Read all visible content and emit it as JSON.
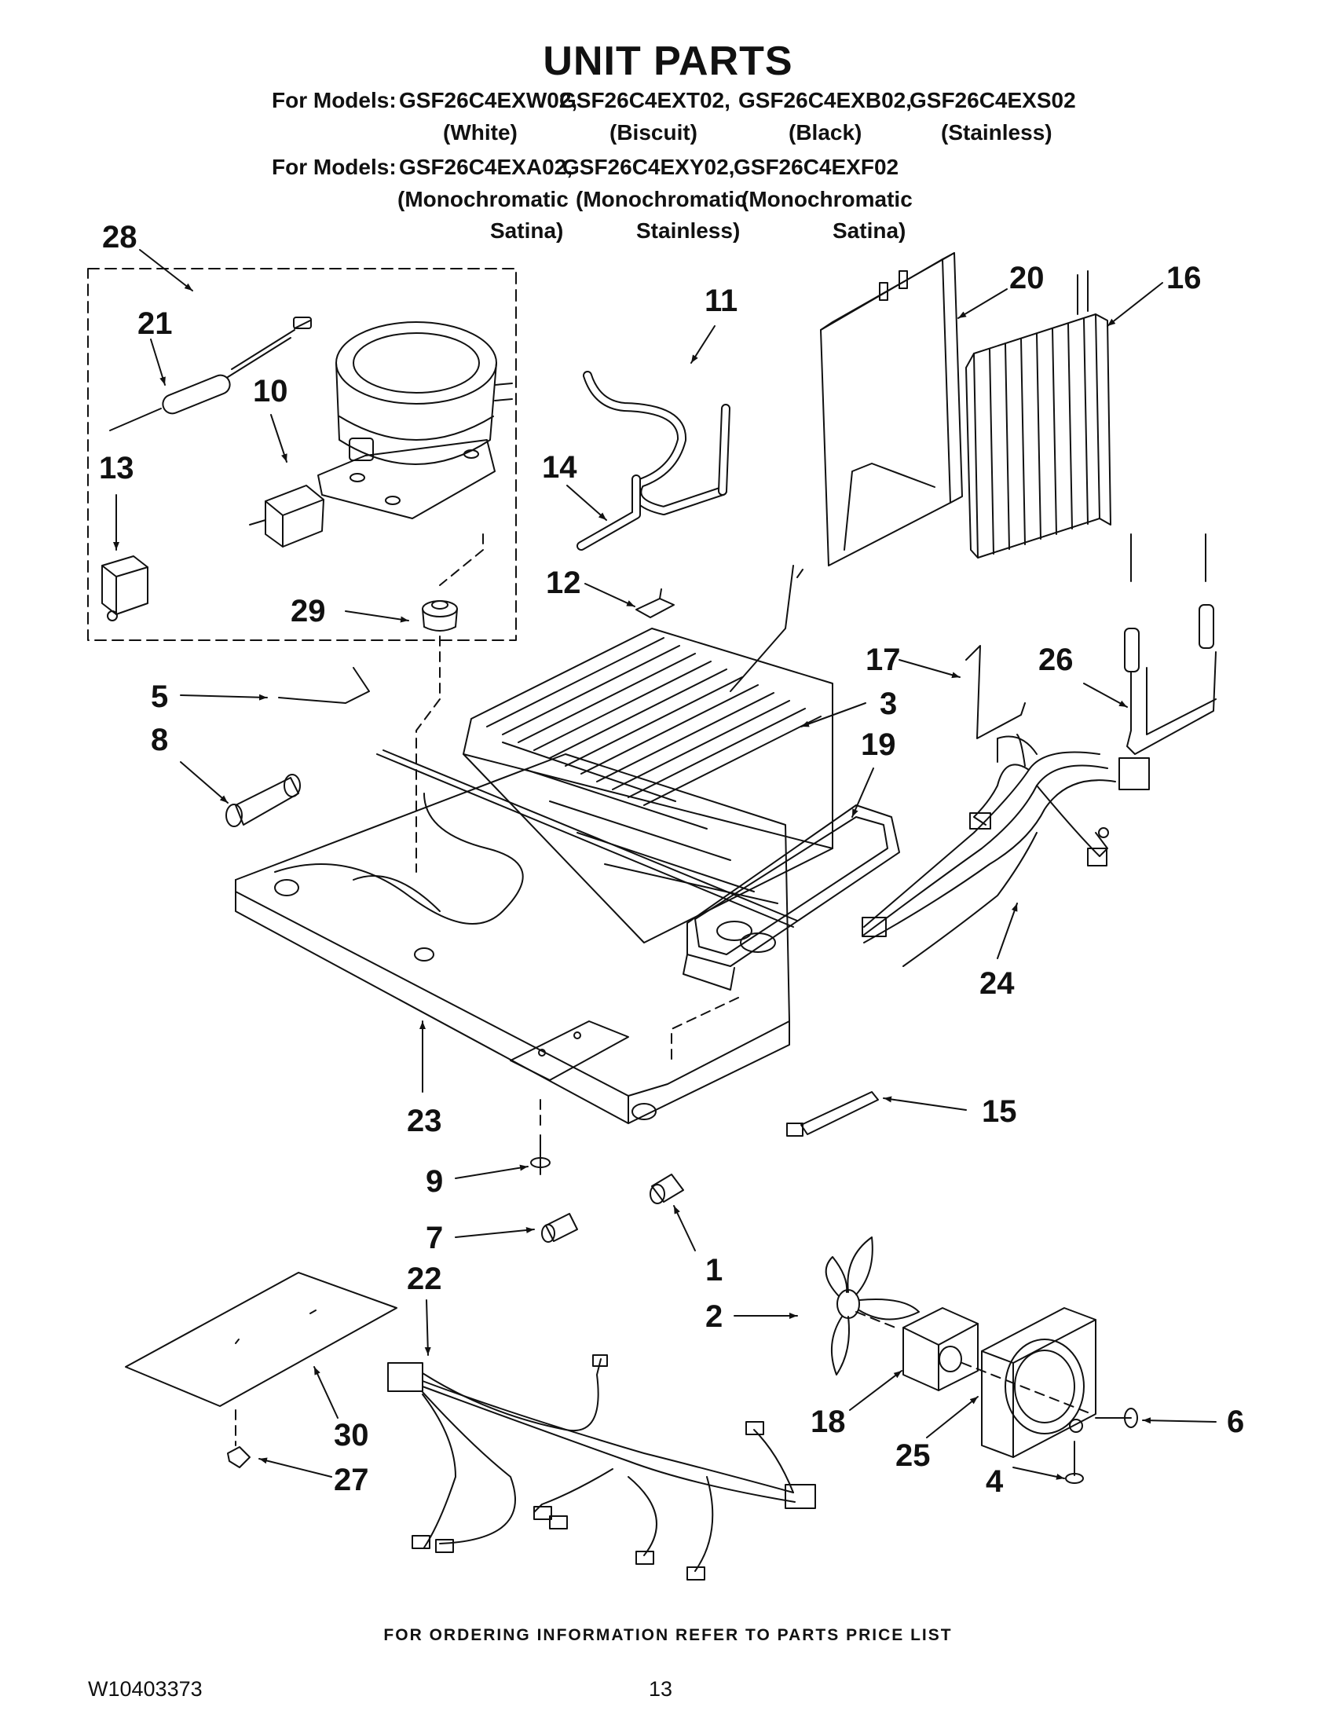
{
  "title": "UNIT PARTS",
  "models": {
    "line1_prefix": "For Models:",
    "line1_models": [
      "GSF26C4EXW02,",
      "GSF26C4EXT02,",
      "GSF26C4EXB02,",
      "GSF26C4EXS02"
    ],
    "line1_colors": [
      "(White)",
      "(Biscuit)",
      "(Black)",
      "(Stainless)"
    ],
    "line2_prefix": "For Models:",
    "line2_models": [
      "GSF26C4EXA02,",
      "GSF26C4EXY02,",
      "GSF26C4EXF02"
    ],
    "line2_colors_a": [
      "(Monochromatic",
      "(Monochromatic",
      "(Monochromatic"
    ],
    "line2_colors_b": [
      "Satina)",
      "Stainless)",
      "Satina)"
    ]
  },
  "callouts": {
    "p1": "1",
    "p2": "2",
    "p3": "3",
    "p4": "4",
    "p5": "5",
    "p6": "6",
    "p7": "7",
    "p8": "8",
    "p9": "9",
    "p10": "10",
    "p11": "11",
    "p12": "12",
    "p13": "13",
    "p14": "14",
    "p15": "15",
    "p16": "16",
    "p17": "17",
    "p18": "18",
    "p19": "19",
    "p20": "20",
    "p21": "21",
    "p22": "22",
    "p23": "23",
    "p24": "24",
    "p25": "25",
    "p26": "26",
    "p27": "27",
    "p28": "28",
    "p29": "29",
    "p30": "30"
  },
  "footer": "FOR ORDERING INFORMATION REFER TO PARTS PRICE LIST",
  "doc_number": "W10403373",
  "page_number": "13"
}
